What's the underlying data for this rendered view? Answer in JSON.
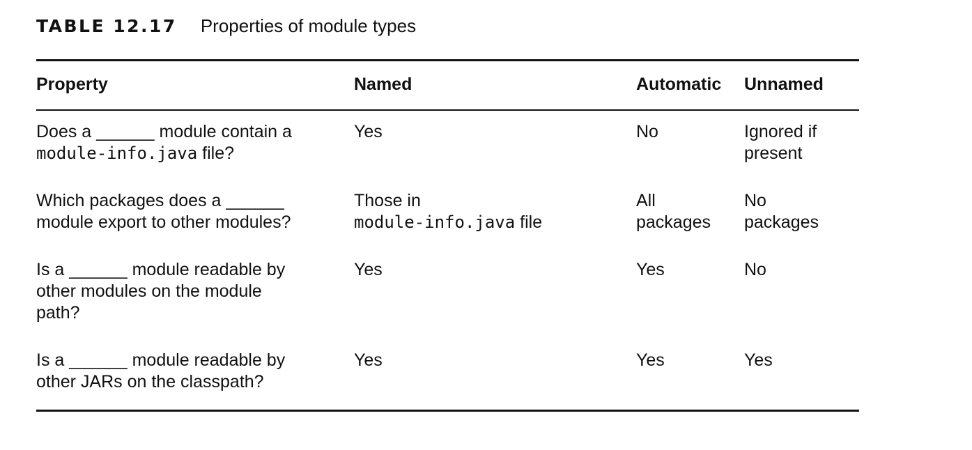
{
  "caption": {
    "label": "TABLE 12.17",
    "title": "Properties of module types"
  },
  "table": {
    "headers": [
      "Property",
      "Named",
      "Automatic",
      "Unnamed"
    ],
    "rows": [
      {
        "property": [
          "Does a ______ module contain a",
          "module-info.java",
          " file?"
        ],
        "named": [
          "Yes"
        ],
        "automatic": [
          "No"
        ],
        "unnamed": [
          "Ignored if",
          "present"
        ]
      },
      {
        "property": [
          "Which packages does a ______",
          "module export to other modules?"
        ],
        "named": [
          "Those in",
          "module-info.java",
          " file"
        ],
        "automatic": [
          "All",
          "packages"
        ],
        "unnamed": [
          "No",
          "packages"
        ]
      },
      {
        "property": [
          "Is a ______ module readable by",
          "other modules on the module",
          "path?"
        ],
        "named": [
          "Yes"
        ],
        "automatic": [
          "Yes"
        ],
        "unnamed": [
          "No"
        ]
      },
      {
        "property": [
          "Is a ______ module readable by",
          "other JARs on the classpath?"
        ],
        "named": [
          "Yes"
        ],
        "automatic": [
          "Yes"
        ],
        "unnamed": [
          "Yes"
        ]
      }
    ]
  }
}
